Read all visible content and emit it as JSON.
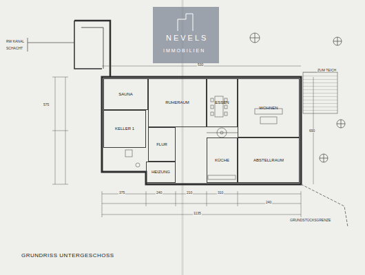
{
  "diagram": {
    "title": "GRUNDRISS UNTERGESCHOSS",
    "nodes": [
      {
        "text": [
          "SAUNA"
        ]
      },
      {
        "text": [
          "RUHERAUM"
        ]
      },
      {
        "text": [
          "ESSEN"
        ]
      },
      {
        "text": [
          "WOHNEN"
        ]
      },
      {
        "text": [
          "KELLER 1"
        ]
      },
      {
        "text": [
          "FLUR"
        ]
      },
      {
        "text": [
          "KÜCHE"
        ]
      },
      {
        "text": [
          "ABSTELLRAUM"
        ]
      },
      {
        "text": [
          "HEIZUNG"
        ]
      }
    ],
    "labels": [
      "NEVELS",
      "IMMOBILIEN",
      "RW KANAL",
      "SCHACHT",
      "ZUM TEICH",
      "GRUNDSTÜCKSGRENZE",
      "1135",
      "375",
      "240",
      "210",
      "310",
      "530",
      "575",
      "690",
      "240"
    ]
  }
}
